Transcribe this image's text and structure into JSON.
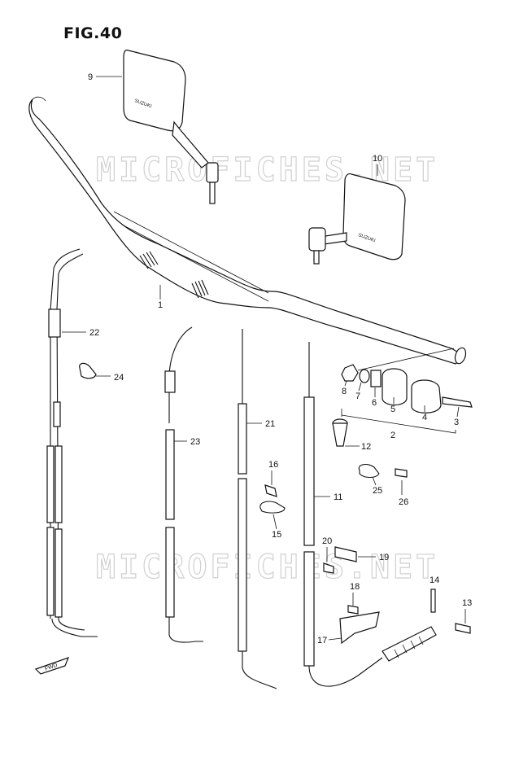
{
  "title": "FIG.40",
  "watermark": "MICROFICHES.NET",
  "mirror_text": "SUZUKI",
  "fwd_label": "FWD",
  "callouts": [
    {
      "id": "c1",
      "text": "1"
    },
    {
      "id": "c2",
      "text": "2"
    },
    {
      "id": "c3",
      "text": "3"
    },
    {
      "id": "c4",
      "text": "4"
    },
    {
      "id": "c5",
      "text": "5"
    },
    {
      "id": "c6",
      "text": "6"
    },
    {
      "id": "c7",
      "text": "7"
    },
    {
      "id": "c8",
      "text": "8"
    },
    {
      "id": "c9",
      "text": "9"
    },
    {
      "id": "c10",
      "text": "10"
    },
    {
      "id": "c11",
      "text": "11"
    },
    {
      "id": "c12",
      "text": "12"
    },
    {
      "id": "c13",
      "text": "13"
    },
    {
      "id": "c14",
      "text": "14"
    },
    {
      "id": "c15",
      "text": "15"
    },
    {
      "id": "c16",
      "text": "16"
    },
    {
      "id": "c17",
      "text": "17"
    },
    {
      "id": "c18",
      "text": "18"
    },
    {
      "id": "c19",
      "text": "19"
    },
    {
      "id": "c20",
      "text": "20"
    },
    {
      "id": "c21",
      "text": "21"
    },
    {
      "id": "c22",
      "text": "22"
    },
    {
      "id": "c23",
      "text": "23"
    },
    {
      "id": "c24",
      "text": "24"
    },
    {
      "id": "c25",
      "text": "25"
    },
    {
      "id": "c26",
      "text": "26"
    }
  ]
}
